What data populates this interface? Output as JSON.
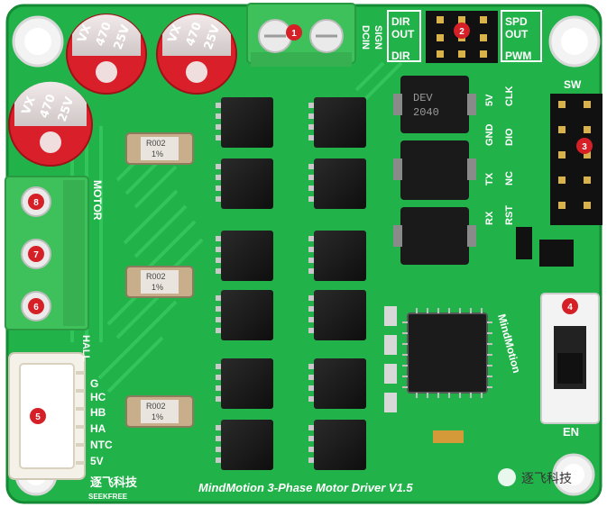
{
  "board": {
    "title": "MindMotion 3-Phase Motor Driver V1.5",
    "maker": "SEEKFREE",
    "maker_cn": "逐飞科技",
    "colors": {
      "pcb": "#22b24a",
      "pcb_dark": "#189a3c",
      "terminal": "#3ec15a",
      "cap_red": "#d9202a",
      "marker": "#d62028"
    }
  },
  "caps": [
    {
      "line1": "VX",
      "line2": "470",
      "line3": "25V"
    },
    {
      "line1": "VX",
      "line2": "470",
      "line3": "25V"
    },
    {
      "line1": "VX",
      "line2": "470",
      "line3": "25V"
    }
  ],
  "silk": {
    "dcin": "DCIN",
    "sign": "SIGN",
    "dir_out": "DIR OUT",
    "dir": "DIR",
    "spd_out": "SPD OUT",
    "pwm": "PWM",
    "sw": "SW",
    "motor": "MOTOR",
    "hall": "HALL",
    "pins_prog": [
      "5V",
      "GND",
      "CLK",
      "NC",
      "TX",
      "RX",
      "DIO",
      "RST"
    ],
    "hall_pins": [
      "G",
      "HC",
      "HB",
      "HA",
      "NTC",
      "5V"
    ],
    "en": "EN",
    "chip": "MindMotion",
    "resistor": "R002 1%",
    "inductor": "DEV 2040",
    "watermark": "逐飞科技"
  },
  "markers": [
    "1",
    "2",
    "3",
    "4",
    "5",
    "6",
    "7",
    "8"
  ]
}
